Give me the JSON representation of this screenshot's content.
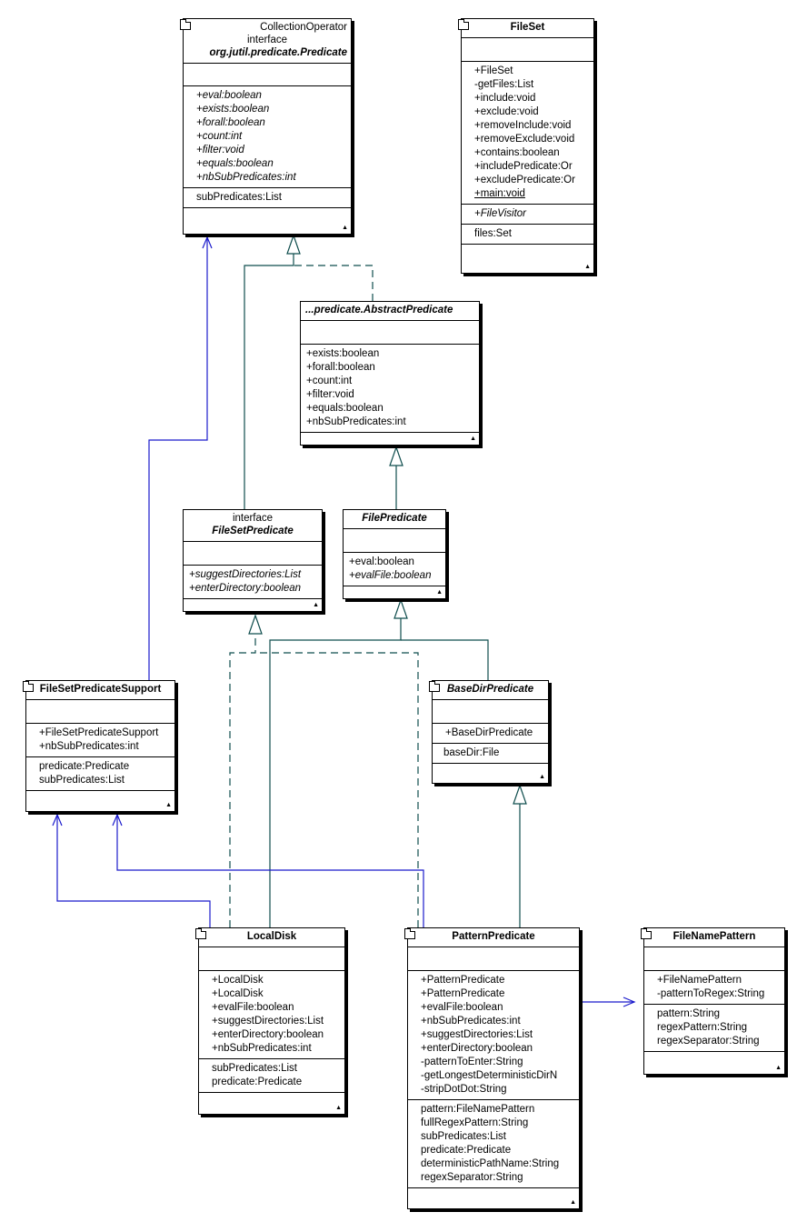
{
  "classes": {
    "collectionOperator": {
      "stereotype": "CollectionOperator",
      "interface": "interface",
      "name": "org.jutil.predicate.Predicate",
      "methods": [
        "+eval:boolean",
        "+exists:boolean",
        "+forall:boolean",
        "+count:int",
        "+filter:void",
        "+equals:boolean",
        "+nbSubPredicates:int"
      ],
      "attrs": [
        "subPredicates:List"
      ]
    },
    "fileSet": {
      "name": "FileSet",
      "methods": [
        "+FileSet",
        "-getFiles:List",
        "+include:void",
        "+exclude:void",
        "+removeInclude:void",
        "+removeExclude:void",
        "+contains:boolean",
        "+includePredicate:Or",
        "+excludePredicate:Or",
        "+main:void"
      ],
      "inner": [
        "+FileVisitor"
      ],
      "attrs": [
        "files:Set"
      ]
    },
    "abstractPredicate": {
      "name": "...predicate.AbstractPredicate",
      "methods": [
        "+exists:boolean",
        "+forall:boolean",
        "+count:int",
        "+filter:void",
        "+equals:boolean",
        "+nbSubPredicates:int"
      ]
    },
    "fileSetPredicate": {
      "interface": "interface",
      "name": "FileSetPredicate",
      "methods": [
        "+suggestDirectories:List",
        "+enterDirectory:boolean"
      ]
    },
    "filePredicate": {
      "name": "FilePredicate",
      "methods": [
        "+eval:boolean",
        "+evalFile:boolean"
      ]
    },
    "fileSetPredicateSupport": {
      "name": "FileSetPredicateSupport",
      "methods": [
        "+FileSetPredicateSupport",
        "+nbSubPredicates:int"
      ],
      "attrs": [
        "predicate:Predicate",
        "subPredicates:List"
      ]
    },
    "baseDirPredicate": {
      "name": "BaseDirPredicate",
      "methods": [
        "+BaseDirPredicate"
      ],
      "attrs": [
        "baseDir:File"
      ]
    },
    "localDisk": {
      "name": "LocalDisk",
      "methods": [
        "+LocalDisk",
        "+LocalDisk",
        "+evalFile:boolean",
        "+suggestDirectories:List",
        "+enterDirectory:boolean",
        "+nbSubPredicates:int"
      ],
      "attrs": [
        "subPredicates:List",
        "predicate:Predicate"
      ]
    },
    "patternPredicate": {
      "name": "PatternPredicate",
      "methods": [
        "+PatternPredicate",
        "+PatternPredicate",
        "+evalFile:boolean",
        "+nbSubPredicates:int",
        "+suggestDirectories:List",
        "+enterDirectory:boolean",
        "-patternToEnter:String",
        "-getLongestDeterministicDirN",
        "-stripDotDot:String"
      ],
      "attrs": [
        "pattern:FileNamePattern",
        "fullRegexPattern:String",
        "subPredicates:List",
        "predicate:Predicate",
        "deterministicPathName:String",
        "regexSeparator:String"
      ]
    },
    "fileNamePattern": {
      "name": "FileNamePattern",
      "methods": [
        "+FileNamePattern",
        "-patternToRegex:String"
      ],
      "attrs": [
        "pattern:String",
        "regexPattern:String",
        "regexSeparator:String"
      ]
    }
  },
  "colors": {
    "generalization": "#0f4d4d",
    "association": "#1a1acc",
    "border": "#000000"
  }
}
